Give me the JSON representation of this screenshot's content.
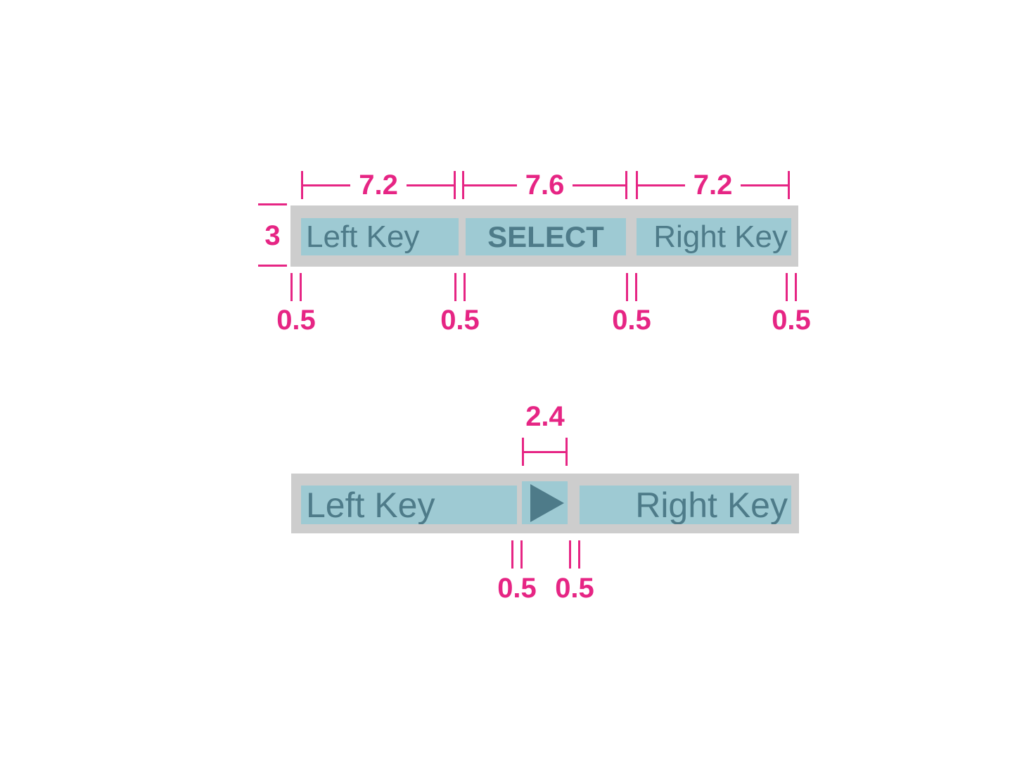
{
  "colors": {
    "dimension_pink": "#e62584",
    "bar_gray": "#cdcdcd",
    "key_teal": "#9ecad3",
    "key_text_teal": "#4e7b89"
  },
  "top_bar": {
    "width_dimensions": [
      {
        "value": "7.2"
      },
      {
        "value": "7.6"
      },
      {
        "value": "7.2"
      }
    ],
    "height_dimension": {
      "value": "3"
    },
    "keys": [
      {
        "label": "Left Key"
      },
      {
        "label": "SELECT"
      },
      {
        "label": "Right Key"
      }
    ],
    "gap_dimensions": [
      {
        "value": "0.5"
      },
      {
        "value": "0.5"
      },
      {
        "value": "0.5"
      },
      {
        "value": "0.5"
      }
    ]
  },
  "bottom_bar": {
    "width_dimension": {
      "value": "2.4"
    },
    "keys": [
      {
        "label": "Left Key"
      },
      {
        "icon": "play-triangle"
      },
      {
        "label": "Right Key"
      }
    ],
    "gap_dimensions": [
      {
        "value": "0.5"
      },
      {
        "value": "0.5"
      }
    ]
  }
}
